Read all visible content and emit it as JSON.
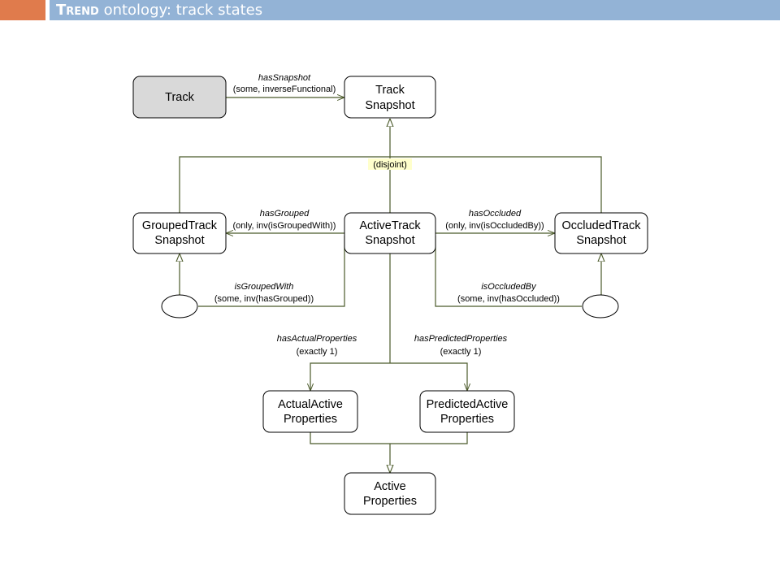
{
  "header": {
    "title_smallcaps": "Trend",
    "title_rest": " ontology: track states",
    "accent_color": "#E07B4C",
    "bar_color": "#93B3D6"
  },
  "diagram": {
    "nodes": {
      "track": {
        "lines": [
          "Track"
        ],
        "fill": "#D9D9D9"
      },
      "track_snapshot": {
        "lines": [
          "Track",
          "Snapshot"
        ]
      },
      "grouped": {
        "lines": [
          "GroupedTrack",
          "Snapshot"
        ]
      },
      "active": {
        "lines": [
          "ActiveTrack",
          "Snapshot"
        ]
      },
      "occluded": {
        "lines": [
          "OccludedTrack",
          "Snapshot"
        ]
      },
      "actual": {
        "lines": [
          "ActualActive",
          "Properties"
        ]
      },
      "predicted": {
        "lines": [
          "PredictedActive",
          "Properties"
        ]
      },
      "active_props": {
        "lines": [
          "Active",
          "Properties"
        ]
      }
    },
    "disjoint_label": "(disjoint)",
    "disjoint_highlight": "#FFFFCC",
    "edges": {
      "has_snapshot": {
        "name": "hasSnapshot",
        "restriction": "(some, inverseFunctional)"
      },
      "has_grouped": {
        "name": "hasGrouped",
        "restriction": "(only, inv(isGroupedWith))"
      },
      "has_occluded": {
        "name": "hasOccluded",
        "restriction": "(only, inv(isOccludedBy))"
      },
      "is_grouped_with": {
        "name": "isGroupedWith",
        "restriction": "(some, inv(hasGrouped))"
      },
      "is_occluded_by": {
        "name": "isOccludedBy",
        "restriction": "(some, inv(hasOccluded))"
      },
      "has_actual": {
        "name": "hasActualProperties",
        "restriction": "(exactly 1)"
      },
      "has_predicted": {
        "name": "hasPredictedProperties",
        "restriction": "(exactly 1)"
      }
    },
    "line_color": "#4B5A2A"
  }
}
